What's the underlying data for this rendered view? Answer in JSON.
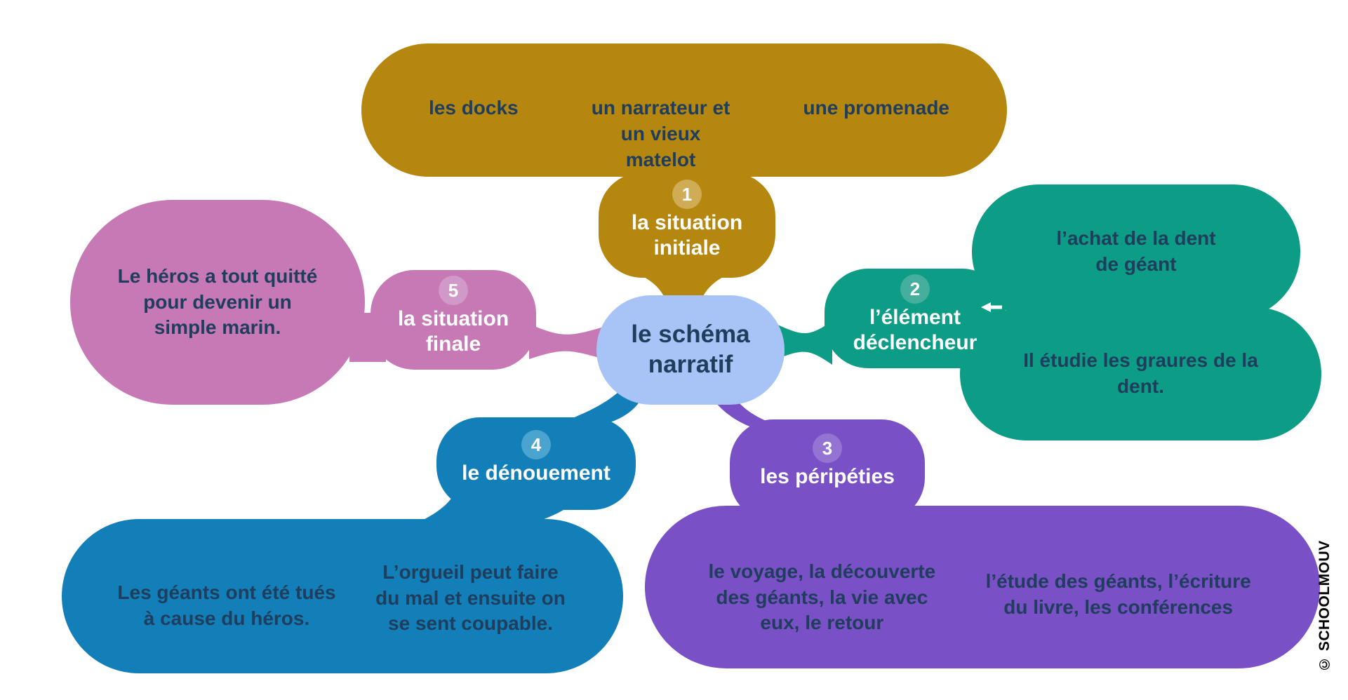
{
  "center": {
    "line1": "le schéma",
    "line2": "narratif",
    "color": "#A8C4F6",
    "text_color": "#1F3D5C"
  },
  "branches": [
    {
      "number": "1",
      "label_line1": "la situation",
      "label_line2": "initiale",
      "color": "#B6870F",
      "badge_color": "#CFAC55",
      "notes": [
        "les docks",
        "un narrateur et un vieux matelot",
        "une promenade"
      ]
    },
    {
      "number": "2",
      "label_line1": "l’élément",
      "label_line2": "déclencheur",
      "color": "#0D9C85",
      "badge_color": "#45AE9D",
      "notes": [
        "l’achat de la dent de géant",
        "Il étudie les graures de la dent."
      ]
    },
    {
      "number": "3",
      "label_line1": "les péripéties",
      "color": "#7950C5",
      "badge_color": "#9474D2",
      "notes": [
        "le voyage, la découverte des géants, la vie avec eux, le retour",
        "l’étude des géants, l’écriture du livre, les conférences"
      ]
    },
    {
      "number": "4",
      "label_line1": "le dénouement",
      "color": "#137FB9",
      "badge_color": "#4BA4CE",
      "notes": [
        "Les géants ont été tués à cause du héros.",
        "L’orgueil peut faire du mal et ensuite on se sent coupable."
      ]
    },
    {
      "number": "5",
      "label_line1": "la situation",
      "label_line2": "finale",
      "color": "#C679B5",
      "badge_color": "#D099C8",
      "notes": [
        "Le héros a tout quitté pour devenir un simple marin."
      ]
    }
  ],
  "watermark": {
    "text": "© SCHOOLMOUV"
  }
}
